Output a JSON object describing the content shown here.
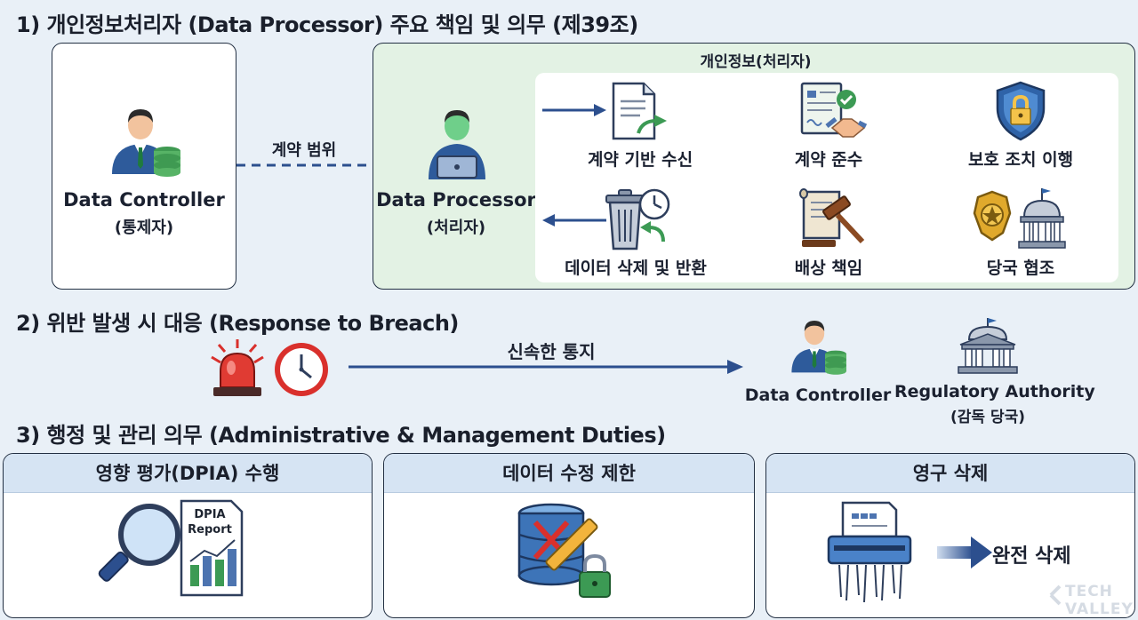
{
  "section1": {
    "title": "1) 개인정보처리자 (Data Processor) 주요 책임 및 의무 (제39조)",
    "controller": {
      "name": "Data Controller",
      "sub": "(통제자)"
    },
    "link_label": "계약 범위",
    "panel_title": "개인정보(처리자)",
    "processor": {
      "name": "Data Processor",
      "sub": "(처리자)"
    },
    "duties": [
      {
        "label": "계약 기반 수신",
        "icon": "document-arrow-icon"
      },
      {
        "label": "계약 준수",
        "icon": "contract-handshake-icon"
      },
      {
        "label": "보호 조치 이행",
        "icon": "shield-lock-icon"
      },
      {
        "label": "데이터 삭제 및 반환",
        "icon": "trash-clock-icon"
      },
      {
        "label": "배상 책임",
        "icon": "gavel-scroll-icon"
      },
      {
        "label": "당국 협조",
        "icon": "badge-government-icon"
      }
    ]
  },
  "section2": {
    "title": "2) 위반 발생 시 대응 (Response to Breach)",
    "arrow_label": "신속한 통지",
    "controller": "Data Controller",
    "authority": {
      "name": "Regulatory Authority",
      "sub": "(감독 당국)"
    }
  },
  "section3": {
    "title": "3) 행정 및 관리 의무 (Administrative & Management Duties)",
    "cards": [
      {
        "title": "영향 평가(DPIA) 수행",
        "doc_line1": "DPIA",
        "doc_line2": "Report"
      },
      {
        "title": "데이터 수정 제한"
      },
      {
        "title": "영구 삭제",
        "result": "완전 삭제"
      }
    ]
  },
  "watermark": {
    "line1": "TECH",
    "line2": "VALLEY"
  },
  "colors": {
    "accent_blue": "#2c4f8e",
    "panel_green": "#e3f2e4",
    "header_blue": "#d6e4f3",
    "alarm_red": "#d9302c"
  }
}
